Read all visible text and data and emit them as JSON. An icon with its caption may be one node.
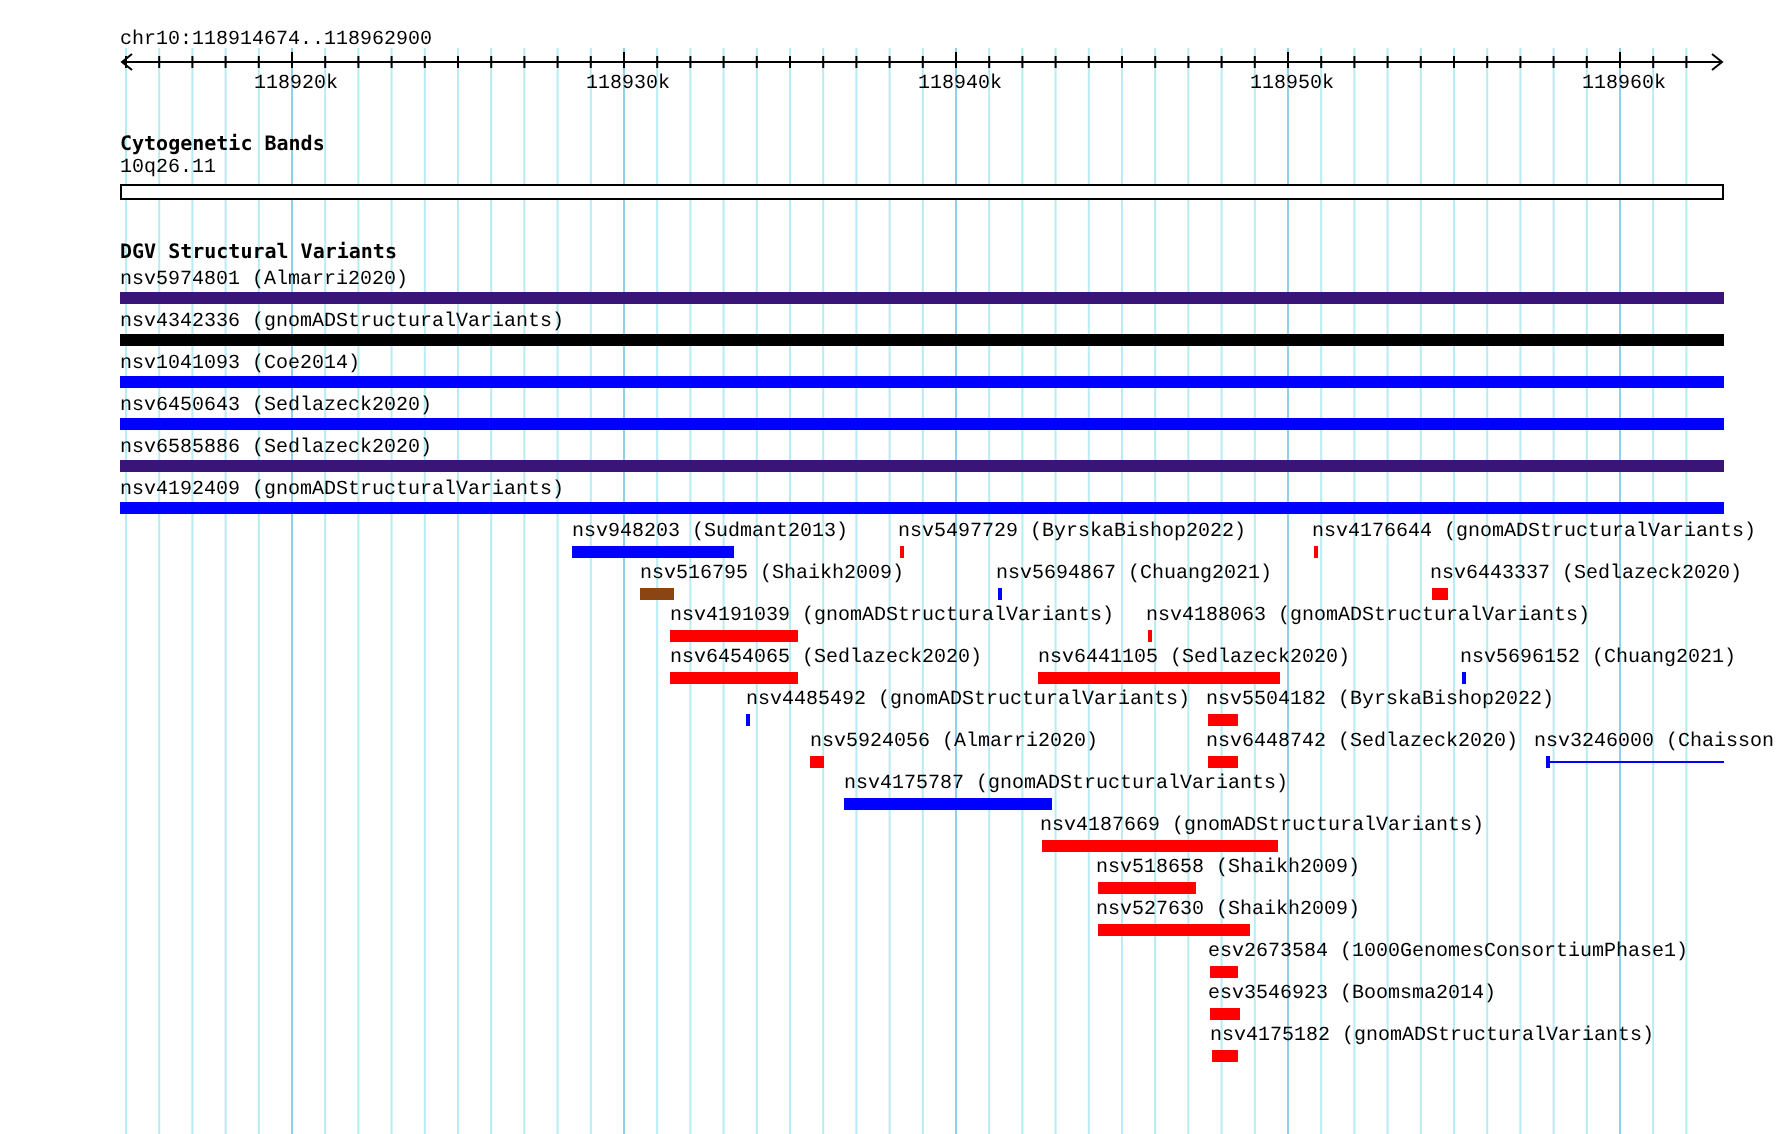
{
  "diagram": {
    "labels": [
      "chr10:118914674..118962900",
      "118920k",
      "118930k",
      "118940k",
      "118950k",
      "118960k",
      "Cytogenetic Bands",
      "10q26.11",
      "DGV Structural Variants",
      "nsv5974801 (Almarri2020)",
      "nsv4342336 (gnomADStructuralVariants)",
      "nsv1041093 (Coe2014)",
      "nsv6450643 (Sedlazeck2020)",
      "nsv6585886 (Sedlazeck2020)",
      "nsv4192409 (gnomADStructuralVariants)",
      "nsv948203 (Sudmant2013)",
      "nsv5497729 (ByrskaBishop2022)",
      "nsv4176644 (gnomADStructuralVariants)",
      "nsv516795 (Shaikh2009)",
      "nsv5694867 (Chuang2021)",
      "nsv6443337 (Sedlazeck2020)",
      "nsv4191039 (gnomADStructuralVariants)",
      "nsv4188063 (gnomADStructuralVariants)",
      "nsv6454065 (Sedlazeck2020)",
      "nsv6441105 (Sedlazeck2020)",
      "nsv5696152 (Chuang2021)",
      "nsv4485492 (gnomADStructuralVariants)",
      "nsv5504182 (ByrskaBishop2022)",
      "nsv5924056 (Almarri2020)",
      "nsv6448742 (Sedlazeck2020)",
      "nsv3246000 (Chaisson",
      "nsv4175787 (gnomADStructuralVariants)",
      "nsv4187669 (gnomADStructuralVariants)",
      "nsv518658 (Shaikh2009)",
      "nsv527630 (Shaikh2009)",
      "esv2673584 (1000GenomesConsortiumPhase1)",
      "esv3546923 (Boomsma2014)",
      "nsv4175182 (gnomADStructuralVariants)"
    ]
  }
}
